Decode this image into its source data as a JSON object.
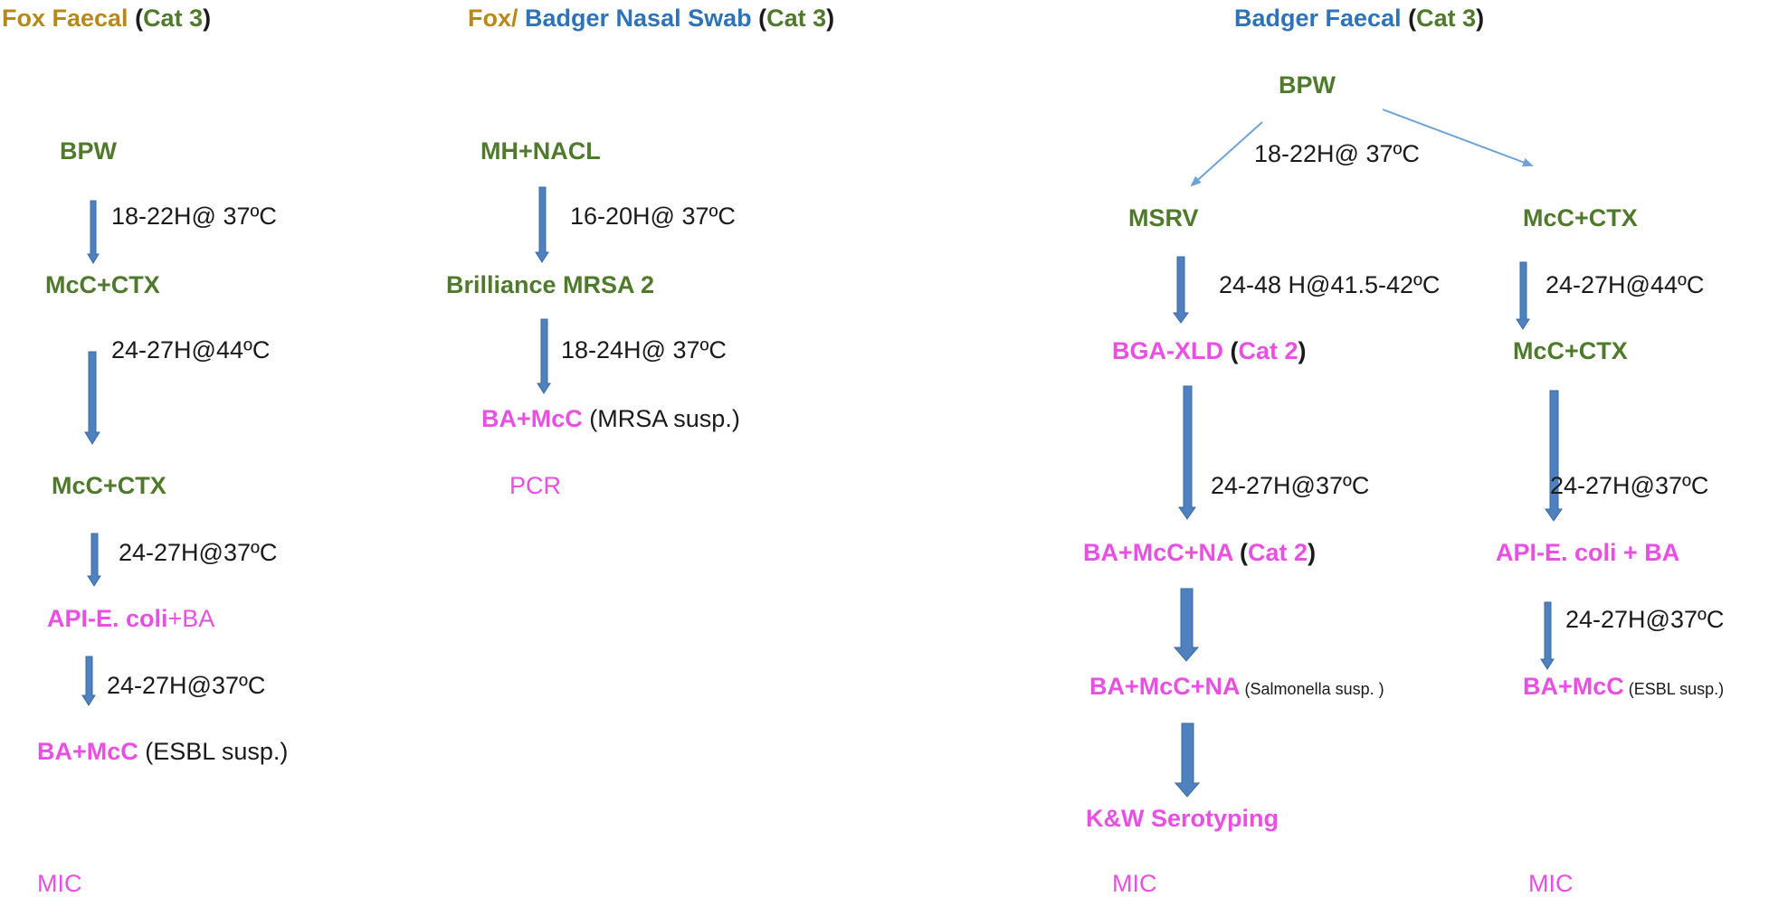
{
  "headers": {
    "fox_faecal": {
      "name": "Fox Faecal",
      "open": " (",
      "cat": "Cat 3",
      "close": ")"
    },
    "nasal_swab": {
      "fox": "Fox/ ",
      "badger": "Badger Nasal Swab",
      "open": " (",
      "cat": "Cat 3",
      "close": ")"
    },
    "badger_faecal": {
      "name": "Badger Faecal",
      "open": " (",
      "cat": "Cat 3",
      "close": ")"
    }
  },
  "fox_faecal": {
    "n1": "BPW",
    "c1": "18-22H@ 37ºC",
    "n2": "McC+CTX",
    "c2": "24-27H@44ºC",
    "n3": "McC+CTX",
    "c3": "24-27H@37ºC",
    "n4_a": "API-E. coli",
    "n4_b": "+BA",
    "c4": "24-27H@37ºC",
    "n5": "BA+McC",
    "n5_note": " (ESBL susp.)",
    "n6": "MIC"
  },
  "nasal_swab": {
    "n1": "MH+NACL",
    "c1": "16-20H@ 37ºC",
    "n2": "Brilliance MRSA 2",
    "c2": "18-24H@ 37ºC",
    "n3": "BA+McC",
    "n3_note": " (MRSA susp.)",
    "n4": "PCR"
  },
  "badger_faecal": {
    "root": "BPW",
    "root_cond": "18-22H@ 37ºC",
    "left": {
      "n1": "MSRV",
      "c1": "24-48 H@41.5-42ºC",
      "n2": "BGA-XLD",
      "n2_open": " (",
      "n2_cat": "Cat 2",
      "n2_close": ")",
      "c2": "24-27H@37ºC",
      "n3": "BA+McC+NA",
      "n3_open": " (",
      "n3_cat": "Cat 2",
      "n3_close": ")",
      "n4": "BA+McC+NA",
      "n4_note": " (Salmonella susp. )",
      "n5": "K&W Serotyping",
      "n6": "MIC"
    },
    "right": {
      "n1": "McC+CTX",
      "c1": "24-27H@44ºC",
      "n2": "McC+CTX",
      "c2": "24-27H@37ºC",
      "n3": "API-E. coli + BA",
      "c3": "24-27H@37ºC",
      "n4": "BA+McC",
      "n4_note": " (ESBL susp.)",
      "n5": "MIC"
    }
  },
  "colors": {
    "arrow": "#4e81bd",
    "arrow_border": "#3a6aa5",
    "connector": "#6fa3d8"
  }
}
